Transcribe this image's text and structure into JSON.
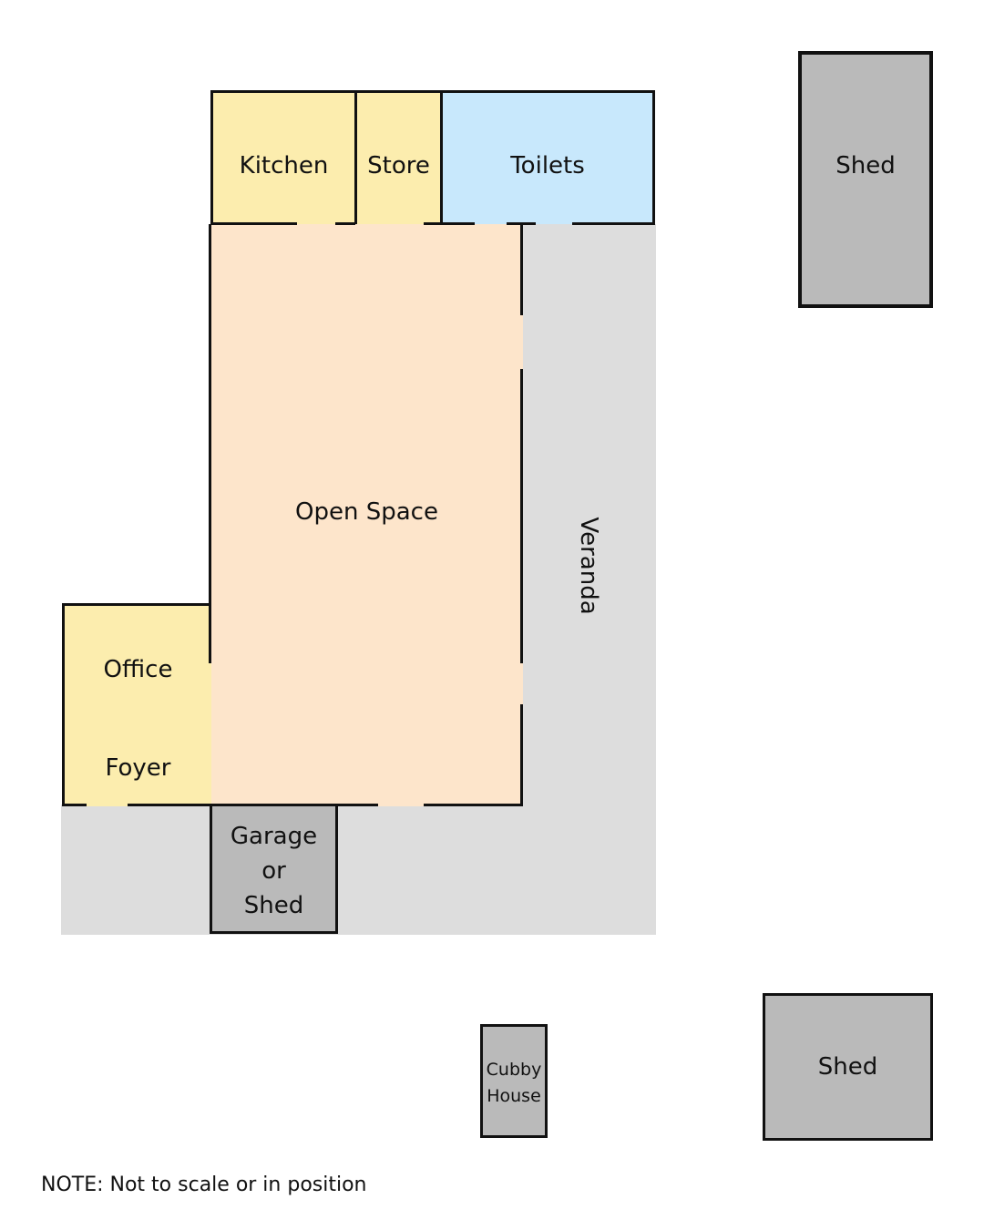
{
  "colors": {
    "yellow_room": "#fcedae",
    "blue_room": "#c8e8fc",
    "peach_room": "#fde5cb",
    "veranda_grey": "#dddddd",
    "shed_grey": "#bababa",
    "wall": "#111111"
  },
  "rooms": {
    "kitchen": "Kitchen",
    "store": "Store",
    "toilets": "Toilets",
    "open_space": "Open Space",
    "veranda": "Veranda",
    "office": "Office",
    "foyer": "Foyer",
    "garage": "Garage\nor\nShed",
    "cubby": "Cubby\nHouse",
    "shed_top": "Shed",
    "shed_bottom": "Shed"
  },
  "note": "NOTE: Not to scale or in position"
}
